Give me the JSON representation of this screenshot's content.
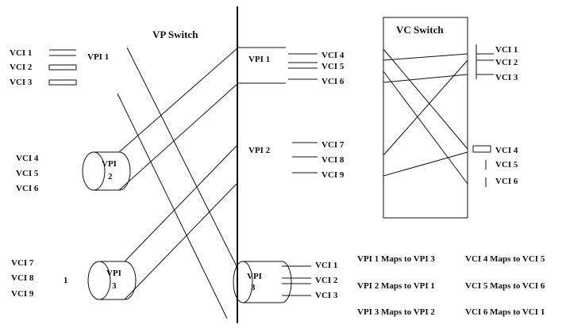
{
  "vp_switch": {
    "title": "VP Switch"
  },
  "vc_switch": {
    "title": "VC Switch"
  },
  "left": {
    "group1": {
      "vci": [
        "VCI 1",
        "VCI 2",
        "VCI 3"
      ],
      "vpi": "VPI 1"
    },
    "group2": {
      "vci": [
        "VCI 4",
        "VCI 5",
        "VCI 6"
      ],
      "vpi_line1": "VPI",
      "vpi_line2": "2"
    },
    "group3": {
      "vci": [
        "VCI 7",
        "VCI 8",
        "VCI 9"
      ],
      "vpi_line1": "VPI",
      "vpi_line2": "3",
      "stray_mark": "1"
    }
  },
  "vp_out": {
    "vpi1": "VPI 1",
    "vpi1_vci": [
      "VCI 4",
      "VCI 5",
      "VCI 6"
    ],
    "vpi2": "VPI 2",
    "vpi2_vci": [
      "VCI 7",
      "VCI 8",
      "VCI 9"
    ],
    "vpi3_line1": "VPI",
    "vpi3_line2": "3",
    "vpi3_vci": [
      "VCI 1",
      "VCI 2",
      "VCI 3"
    ]
  },
  "vc_out": {
    "top": [
      "VCI 1",
      "VCI 2",
      "VCI 3"
    ],
    "bottom": [
      "VCI 4",
      "VCI 5",
      "VCI 6"
    ]
  },
  "mappings": {
    "vp": [
      "VPI 1 Maps to VPI 3",
      "VPI 2 Maps to VPI 1",
      "VPI 3 Maps to VPI 2"
    ],
    "vc": [
      "VCI 4 Maps to VCI 5",
      "VCI 5 Maps to VCI 6",
      "VCI 6 Maps to VCI 1"
    ]
  }
}
